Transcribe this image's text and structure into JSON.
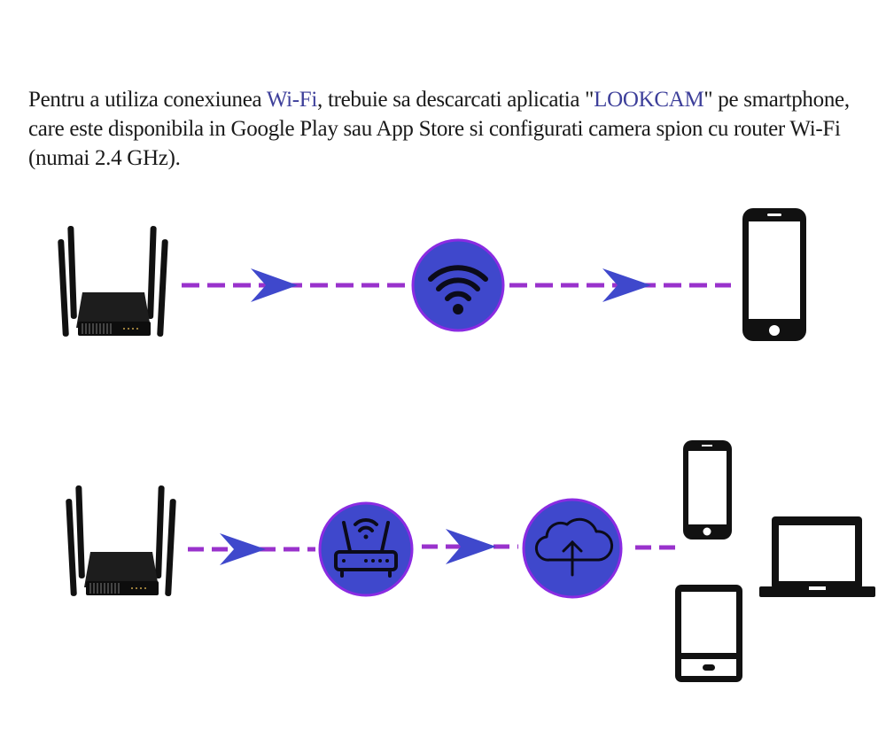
{
  "intro": {
    "part1": "Pentru a utiliza conexiunea ",
    "wifi": "Wi-Fi",
    "part2": ", trebuie sa descarcati aplicatia \"",
    "app": "LOOKCAM",
    "part3": "\" pe smartphone, care este disponibila in Google Play sau App Store si configurati camera spion cu router Wi-Fi (numai 2.4 GHz)."
  },
  "colors": {
    "highlight": "#3d3f9a",
    "circle_fill": "#3f48cc",
    "circle_border": "#8a2be2",
    "dash": "#9932cc",
    "arrow": "#3f48cc",
    "device": "#111111"
  },
  "diagram": {
    "row1": [
      "router-photo",
      "wifi-icon",
      "smartphone-icon"
    ],
    "row2": [
      "router-photo",
      "router-icon",
      "cloud-upload-icon",
      "smartphone-icon",
      "laptop-icon",
      "tablet-icon"
    ]
  }
}
